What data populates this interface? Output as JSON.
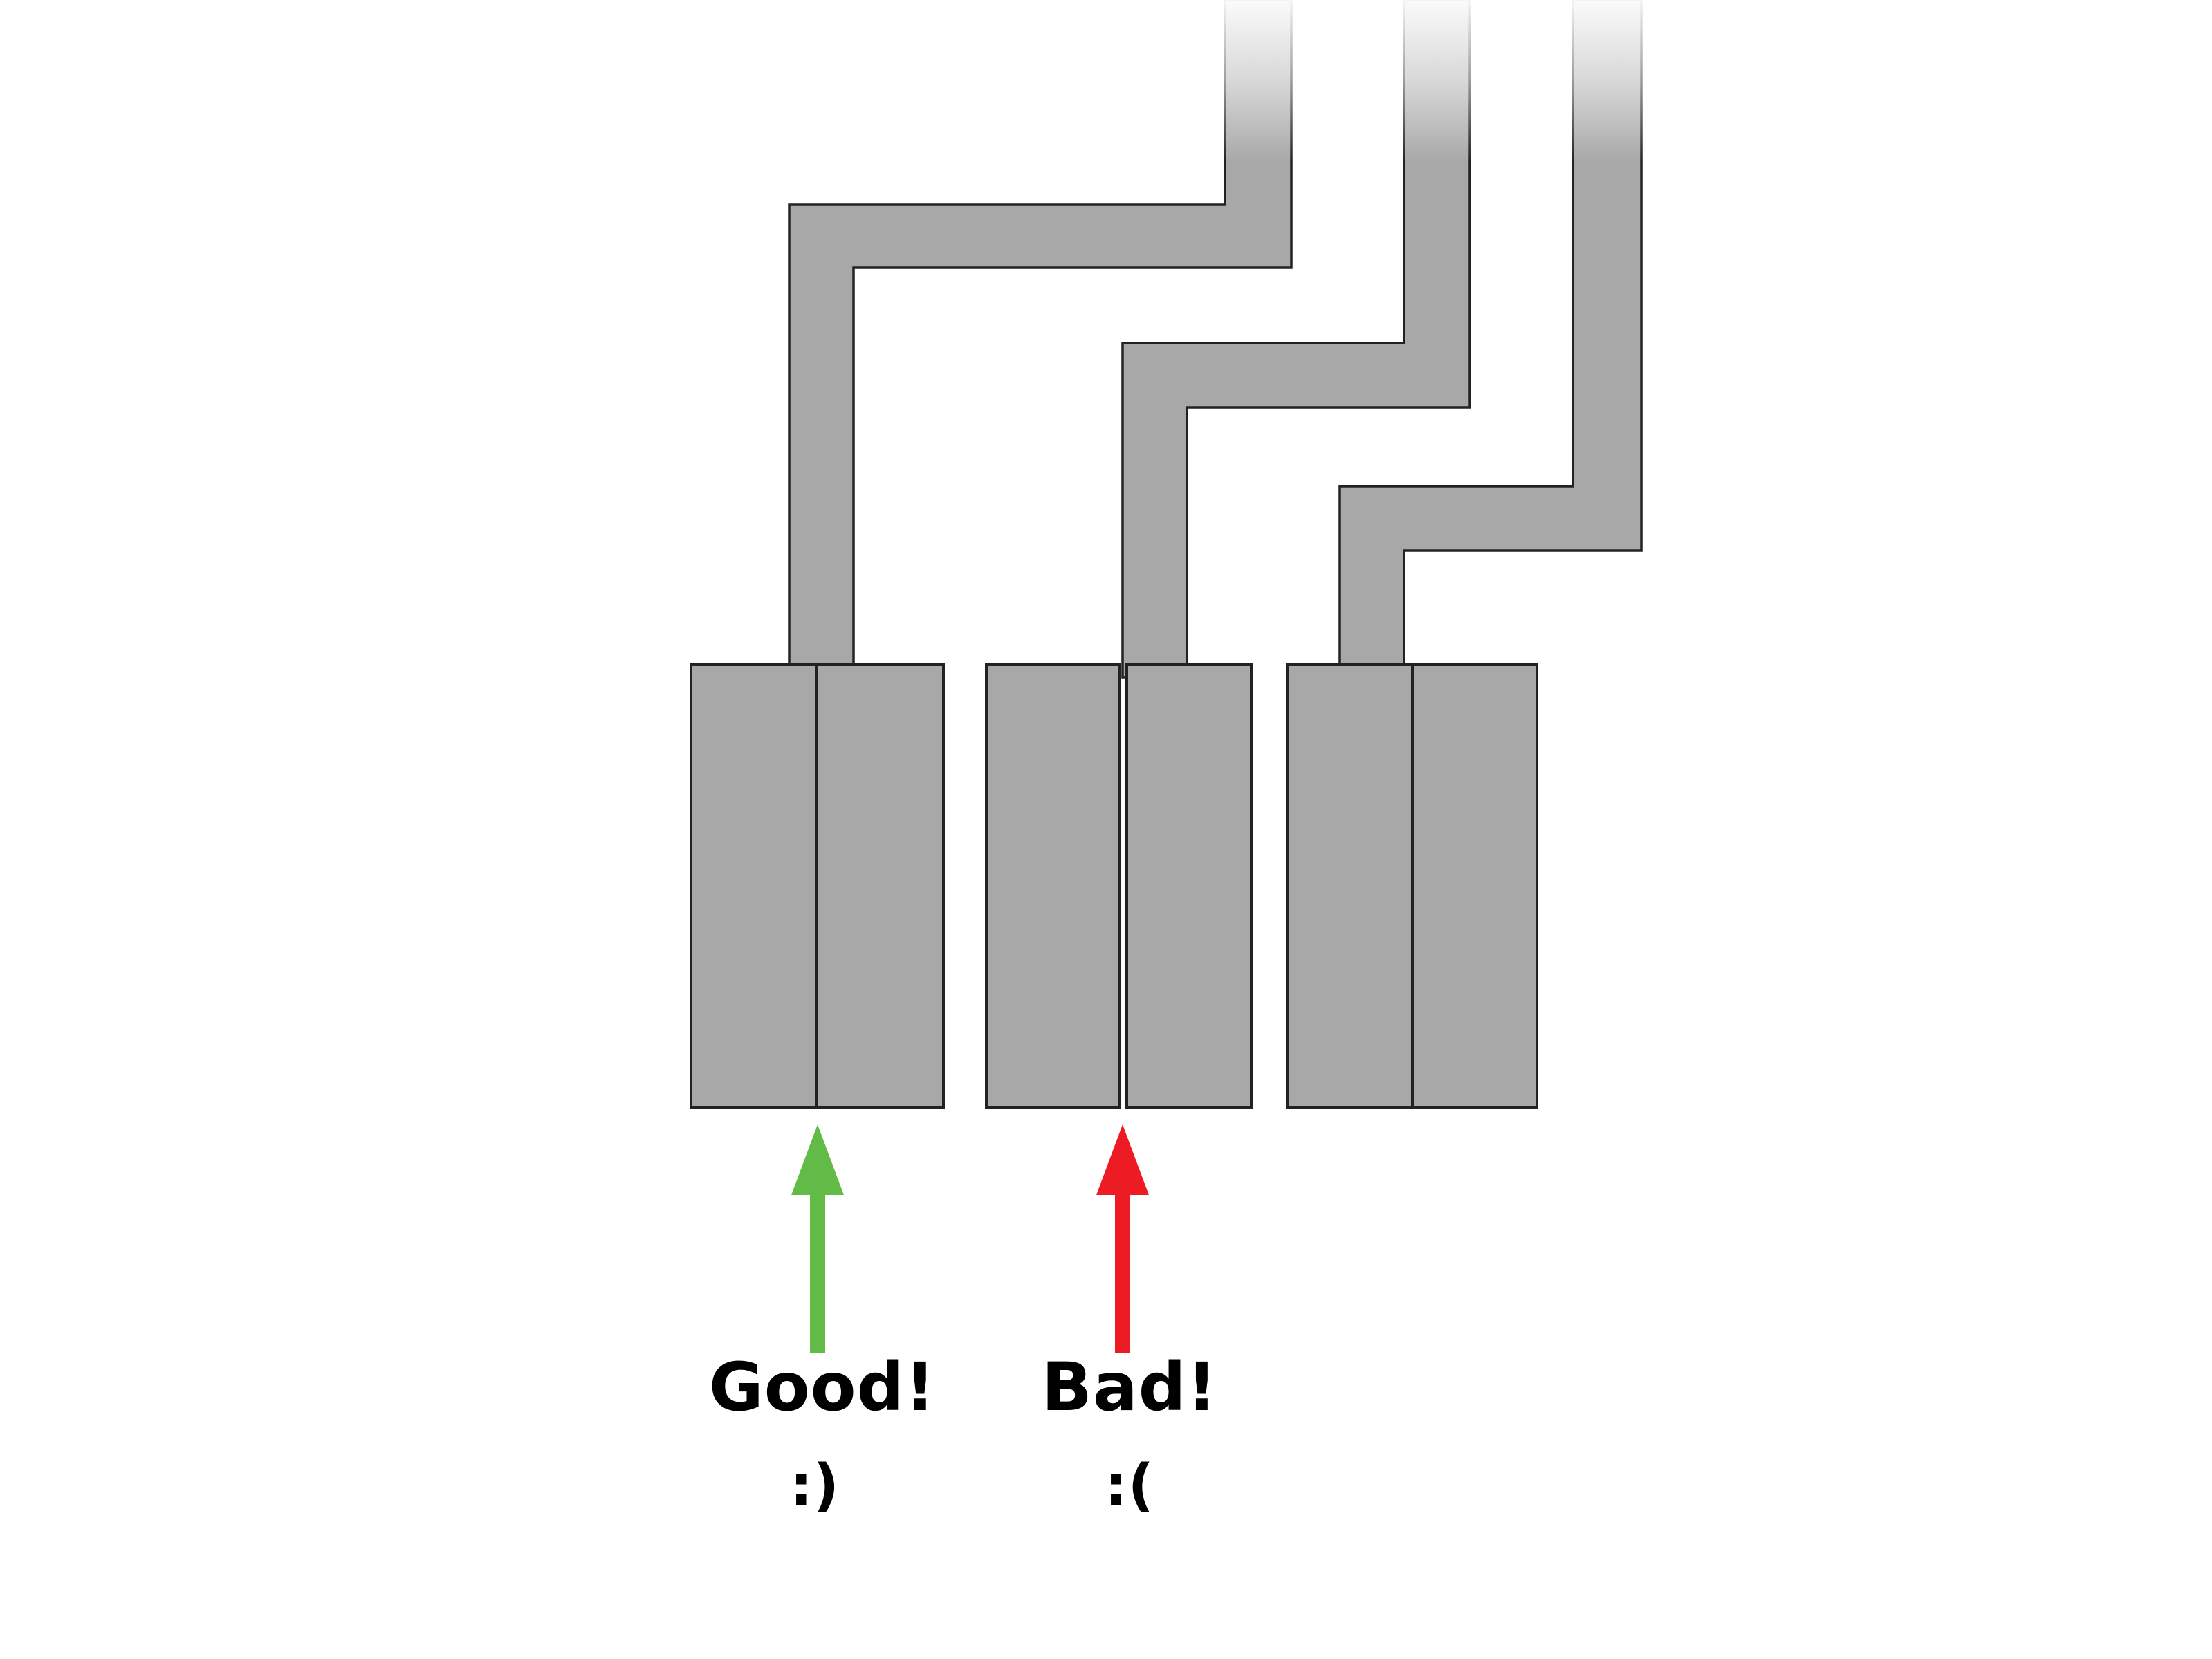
{
  "labels": {
    "good": "Good!",
    "good_face": ":)",
    "bad": "Bad!",
    "bad_face": ":("
  },
  "icons": {
    "good_arrow": "up-arrow",
    "bad_arrow": "up-arrow"
  },
  "colors": {
    "shape_fill": "#a8a8a8",
    "shape_outline": "#222222",
    "good_accent": "#62bb46",
    "bad_accent": "#ed1c24",
    "text": "#000000",
    "background": "#ffffff"
  }
}
